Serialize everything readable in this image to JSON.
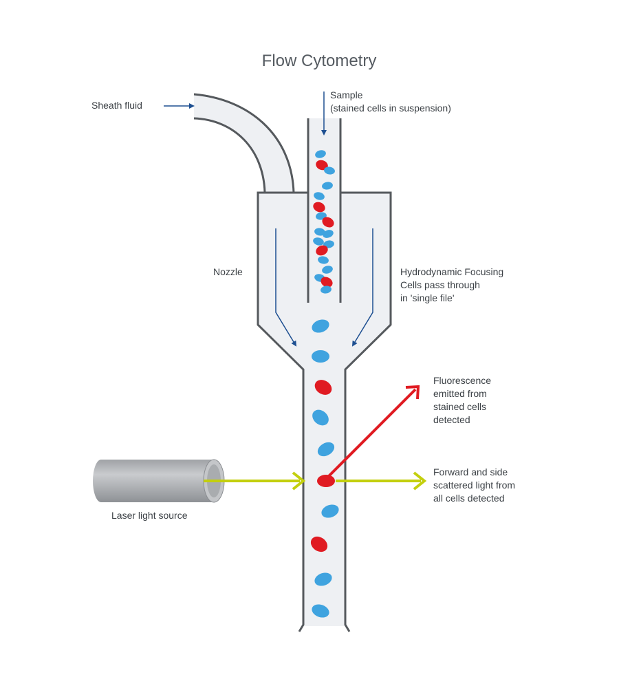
{
  "title": "Flow Cytometry",
  "labels": {
    "sheath_fluid": "Sheath fluid",
    "sample_line1": "Sample",
    "sample_line2": "(stained cells in suspension)",
    "nozzle": "Nozzle",
    "focusing_line1": "Hydrodynamic Focusing",
    "focusing_line2": "Cells pass through",
    "focusing_line3": "in 'single file'",
    "fluor_line1": "Fluorescence",
    "fluor_line2": "emitted from",
    "fluor_line3": "stained cells",
    "fluor_line4": "detected",
    "scatter_line1": "Forward and side",
    "scatter_line2": "scattered light from",
    "scatter_line3": "all cells detected",
    "laser": "Laser light source"
  },
  "colors": {
    "cell_blue": "#3fa3df",
    "cell_red": "#e01b22",
    "laser_beam": "#c3cf0e",
    "fluorescence_arrow": "#e01b22",
    "flow_arrow": "#1d4f91",
    "tube_outline": "#55595d",
    "tube_fill": "#eef0f3",
    "laser_body": "#b3b5b8"
  }
}
